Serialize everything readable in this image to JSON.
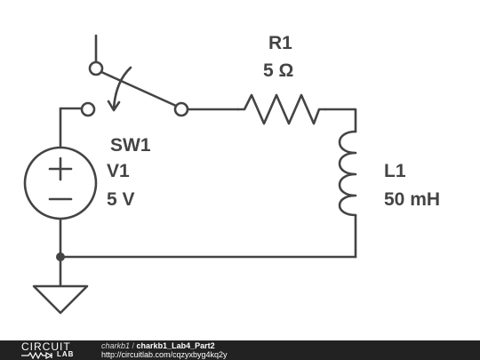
{
  "components": {
    "switch": {
      "ref": "SW1"
    },
    "source": {
      "ref": "V1",
      "value": "5 V",
      "plus": "+",
      "minus": "−"
    },
    "resistor": {
      "ref": "R1",
      "value": "5 Ω"
    },
    "inductor": {
      "ref": "L1",
      "value": "50 mH"
    }
  },
  "footer": {
    "logo_circuit": "CIRCUIT",
    "logo_lab": "LAB",
    "author": "charkb1",
    "separator": " / ",
    "title": "charkb1_Lab4_Part2",
    "url": "http://circuitlab.com/cqzyxbyg4kq2y"
  }
}
